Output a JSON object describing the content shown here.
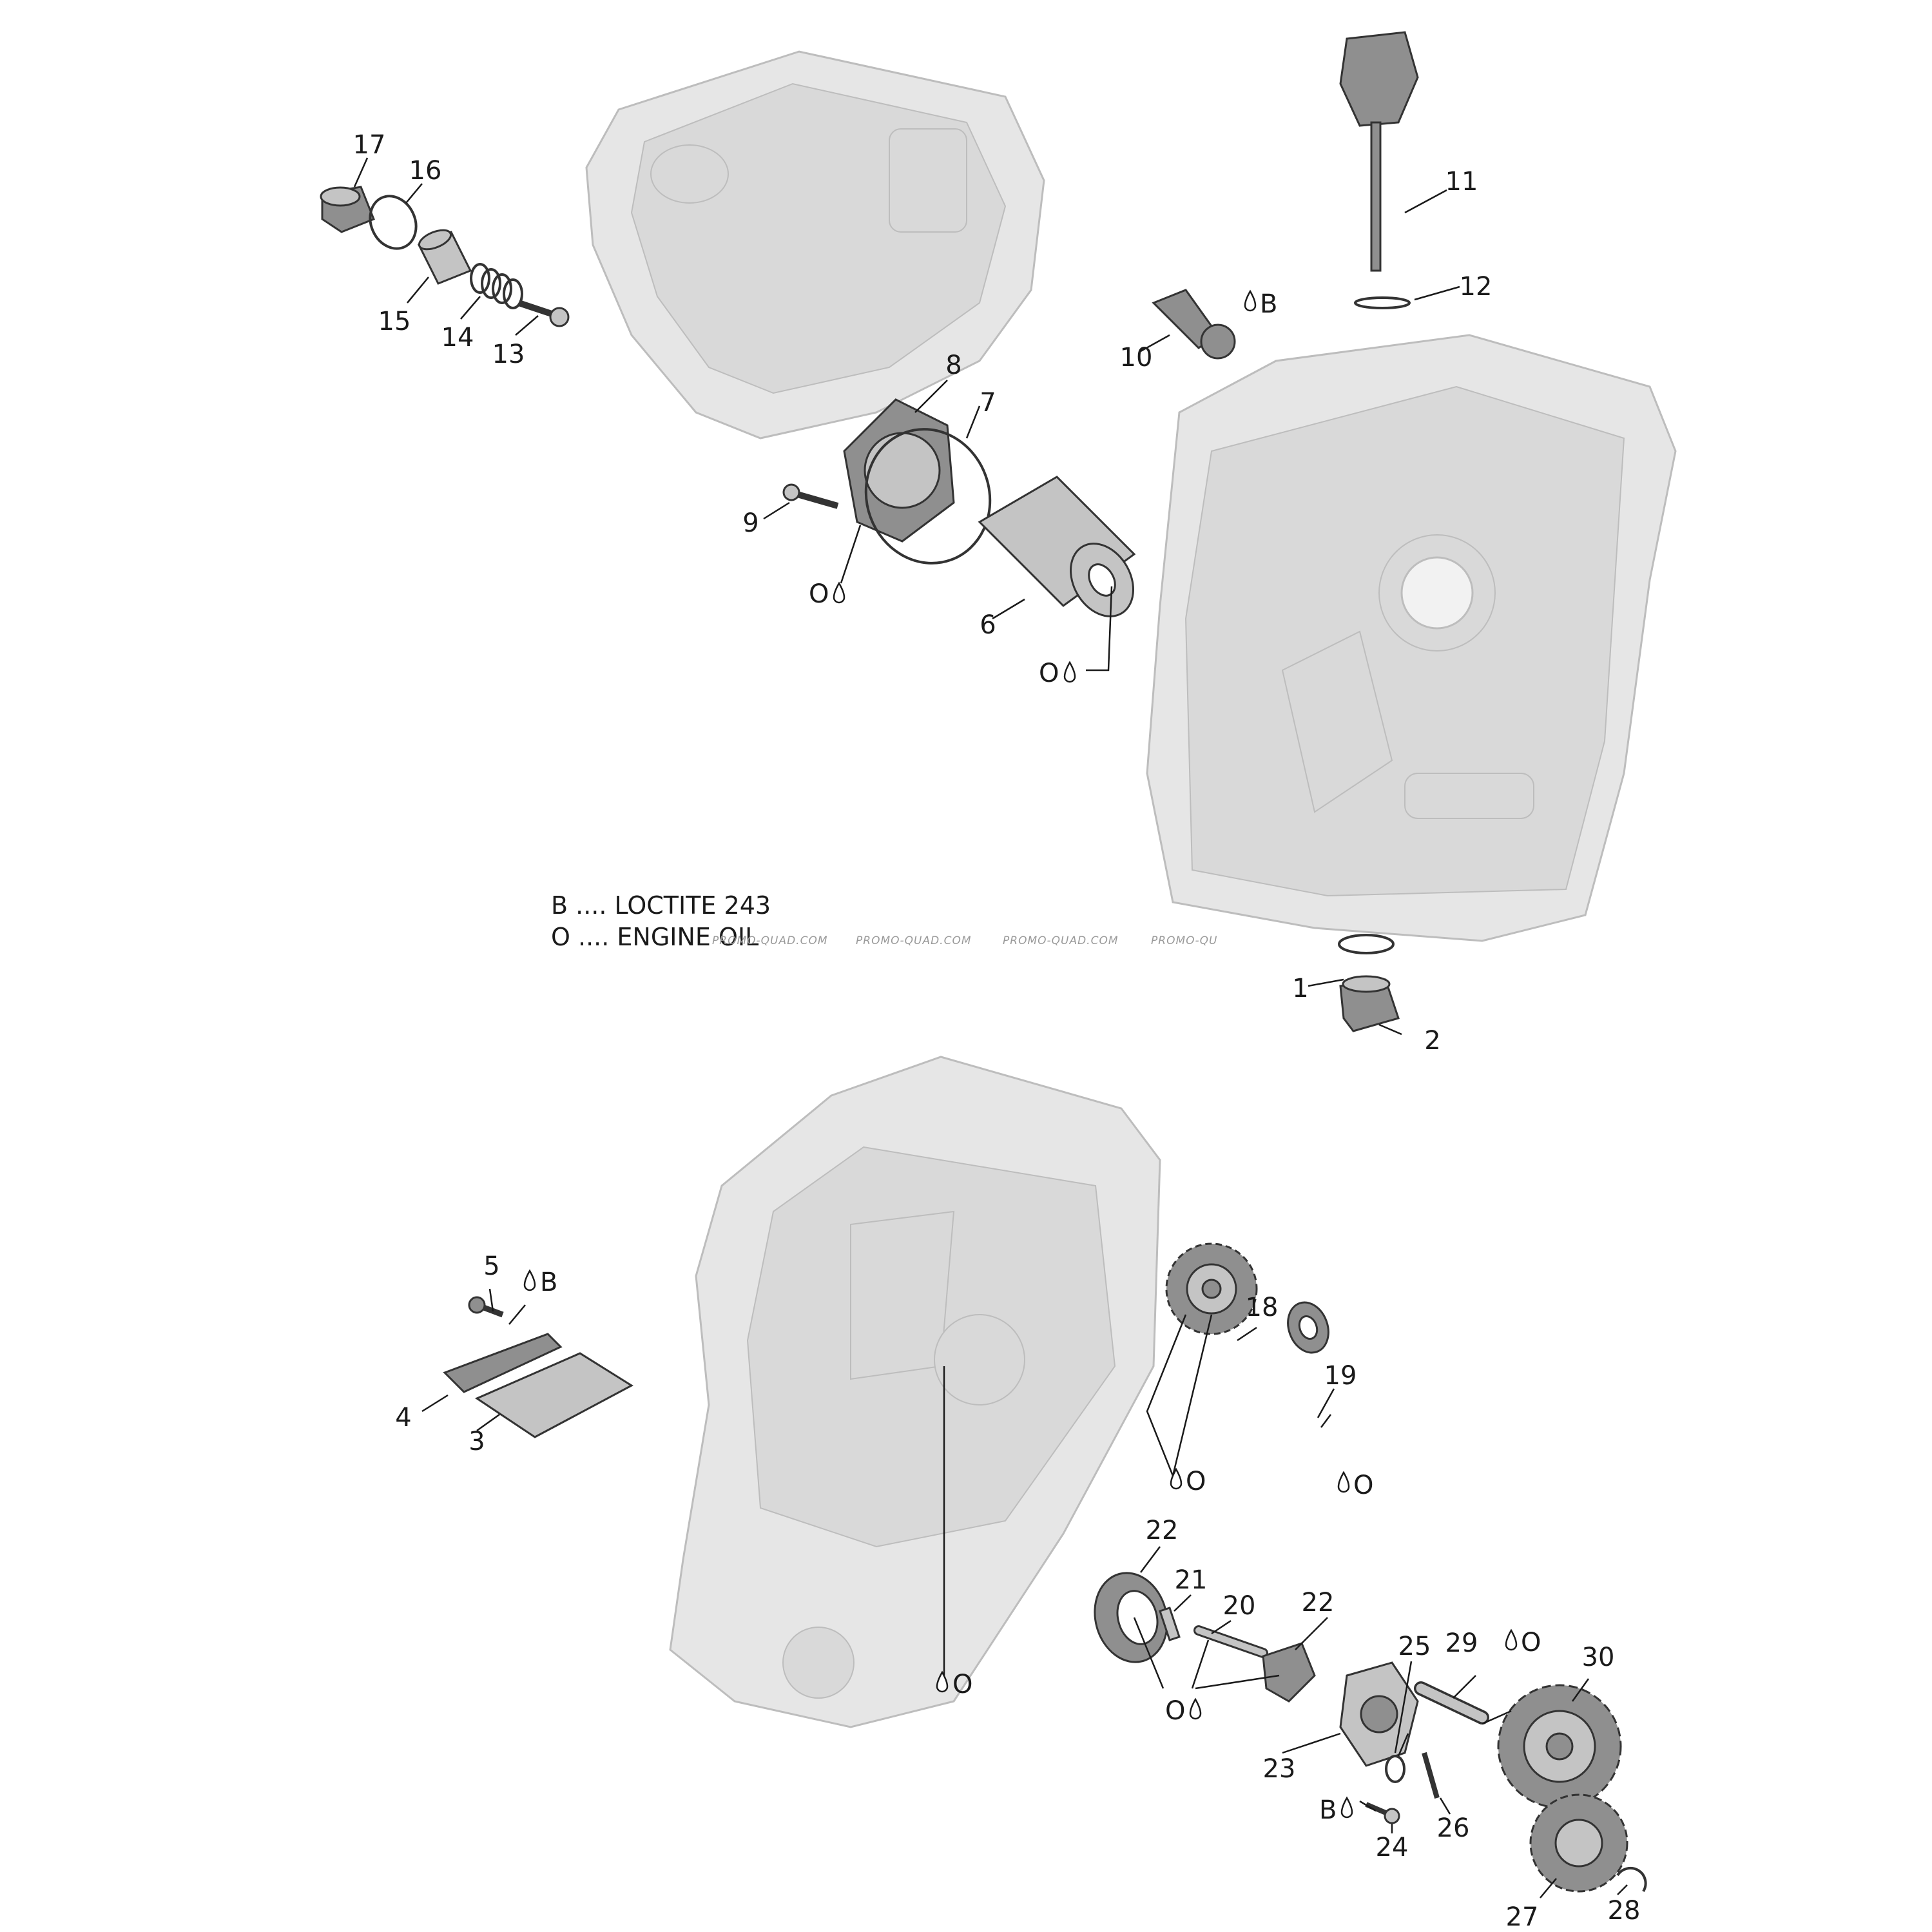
{
  "legend": {
    "b_line": "B .... LOCTITE 243",
    "o_line": "O .... ENGINE OIL"
  },
  "watermarks": [
    "PROMO-QUAD.COM",
    "PROMO-QUAD.COM",
    "PROMO-QUAD.COM",
    "PROMO-QU"
  ],
  "part_numbers": {
    "p1": "1",
    "p2": "2",
    "p3": "3",
    "p4": "4",
    "p5": "5",
    "p6": "6",
    "p7": "7",
    "p8": "8",
    "p9": "9",
    "p10": "10",
    "p11": "11",
    "p12": "12",
    "p13": "13",
    "p14": "14",
    "p15": "15",
    "p16": "16",
    "p17": "17",
    "p18": "18",
    "p19": "19",
    "p20": "20",
    "p21": "21",
    "p22a": "22",
    "p22b": "22",
    "p23": "23",
    "p24": "24",
    "p25": "25",
    "p26": "26",
    "p27": "27",
    "p28": "28",
    "p29": "29",
    "p30": "30"
  },
  "callout_letters": {
    "oil": "O",
    "loctite": "B"
  }
}
